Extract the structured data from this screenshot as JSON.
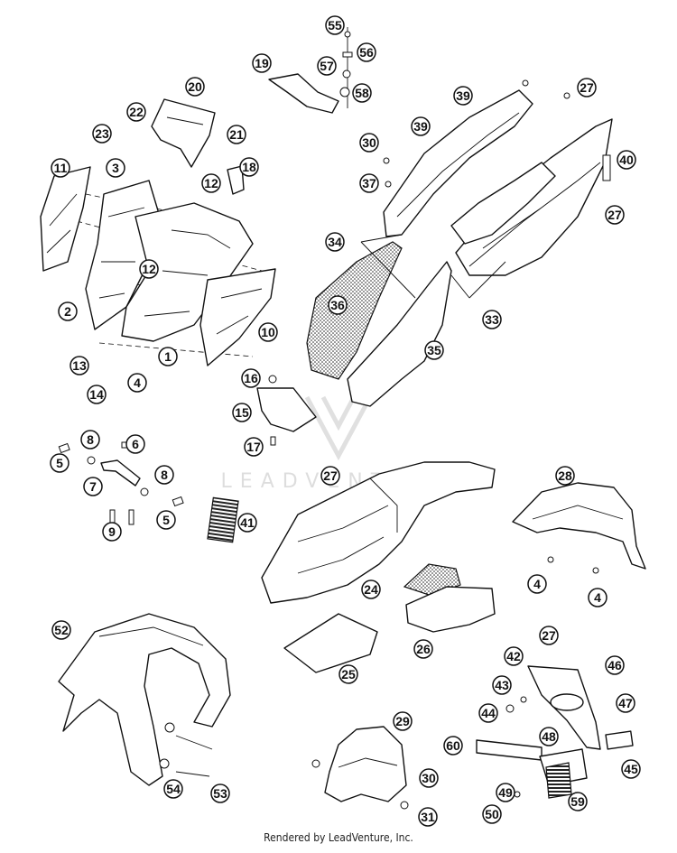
{
  "watermark": {
    "text": "LEADVENTURE"
  },
  "footer": {
    "text": "Rendered by LeadVenture, Inc."
  },
  "callouts": [
    "1",
    "2",
    "3",
    "4",
    "5",
    "6",
    "7",
    "8",
    "9",
    "10",
    "11",
    "12",
    "13",
    "14",
    "15",
    "16",
    "17",
    "18",
    "19",
    "20",
    "21",
    "22",
    "23",
    "24",
    "25",
    "26",
    "27",
    "28",
    "29",
    "30",
    "31",
    "33",
    "34",
    "35",
    "36",
    "37",
    "39",
    "40",
    "41",
    "42",
    "43",
    "44",
    "45",
    "46",
    "47",
    "48",
    "49",
    "50",
    "52",
    "53",
    "54",
    "55",
    "56",
    "57",
    "58",
    "59",
    "60"
  ]
}
